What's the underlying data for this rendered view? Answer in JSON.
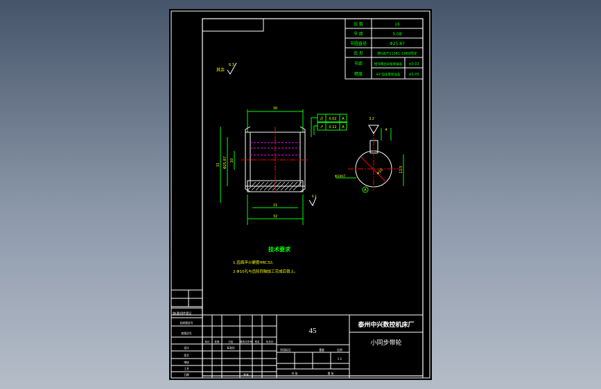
{
  "drawing": {
    "params_table": [
      {
        "label": "齿 数",
        "value": "16"
      },
      {
        "label": "节 距",
        "value": "5.08"
      },
      {
        "label": "节圆直径",
        "value": "Φ25.87"
      },
      {
        "label": "齿 形",
        "value": "按GB/T11361-1989规定"
      },
      {
        "label": "节距",
        "value": "相邻两齿间极限偏差",
        "extra": "±0.03"
      },
      {
        "label": "精度",
        "value": "90°弧齿累积误差",
        "extra": "±0.05"
      }
    ],
    "tech_req_title": "技术要求",
    "tech_req_lines": [
      "1.齿面淬火硬度HRC32;",
      "2.Φ10孔与齿轮同轴加工完成后锁上。"
    ],
    "dims": {
      "top_length": "30",
      "bottom_inner": "21",
      "bottom_total": "32",
      "dia_outer": "31",
      "dia_mid": "Φ25.87",
      "dia_bore": "10",
      "tol_parallel": "0.02",
      "tol_runout": "0.12",
      "datum": "A",
      "key_width": "4",
      "key_depth": "11.5",
      "bore_note": "Φ10H7",
      "section_dia": "Φ10",
      "roughness_main": "6.3",
      "roughness_top": "3.2",
      "roughness_right": "3.2",
      "remainder_note": "其余"
    },
    "title_block": {
      "material": "45",
      "company": "泰州中兴数控机床厂",
      "part_name": "小同步带轮",
      "scale": "1:1",
      "labels": {
        "designer": "设计",
        "standard": "标准化",
        "stage": "阶段标记",
        "weight": "重量",
        "scale_lbl": "比例",
        "review": "审核",
        "process": "工艺",
        "approve": "批准",
        "marking": "标记",
        "count": "处数",
        "zone": "分区",
        "doc_no": "更改文件号",
        "signature": "签名",
        "date": "年月日",
        "sheets_total": "共 张",
        "sheet_no": "第 张"
      }
    },
    "left_strip": {
      "row1": "借(通)用件登记",
      "row2": "旧底图总号",
      "row3": "底图总号",
      "row4": "签字",
      "row5": "日期"
    }
  }
}
